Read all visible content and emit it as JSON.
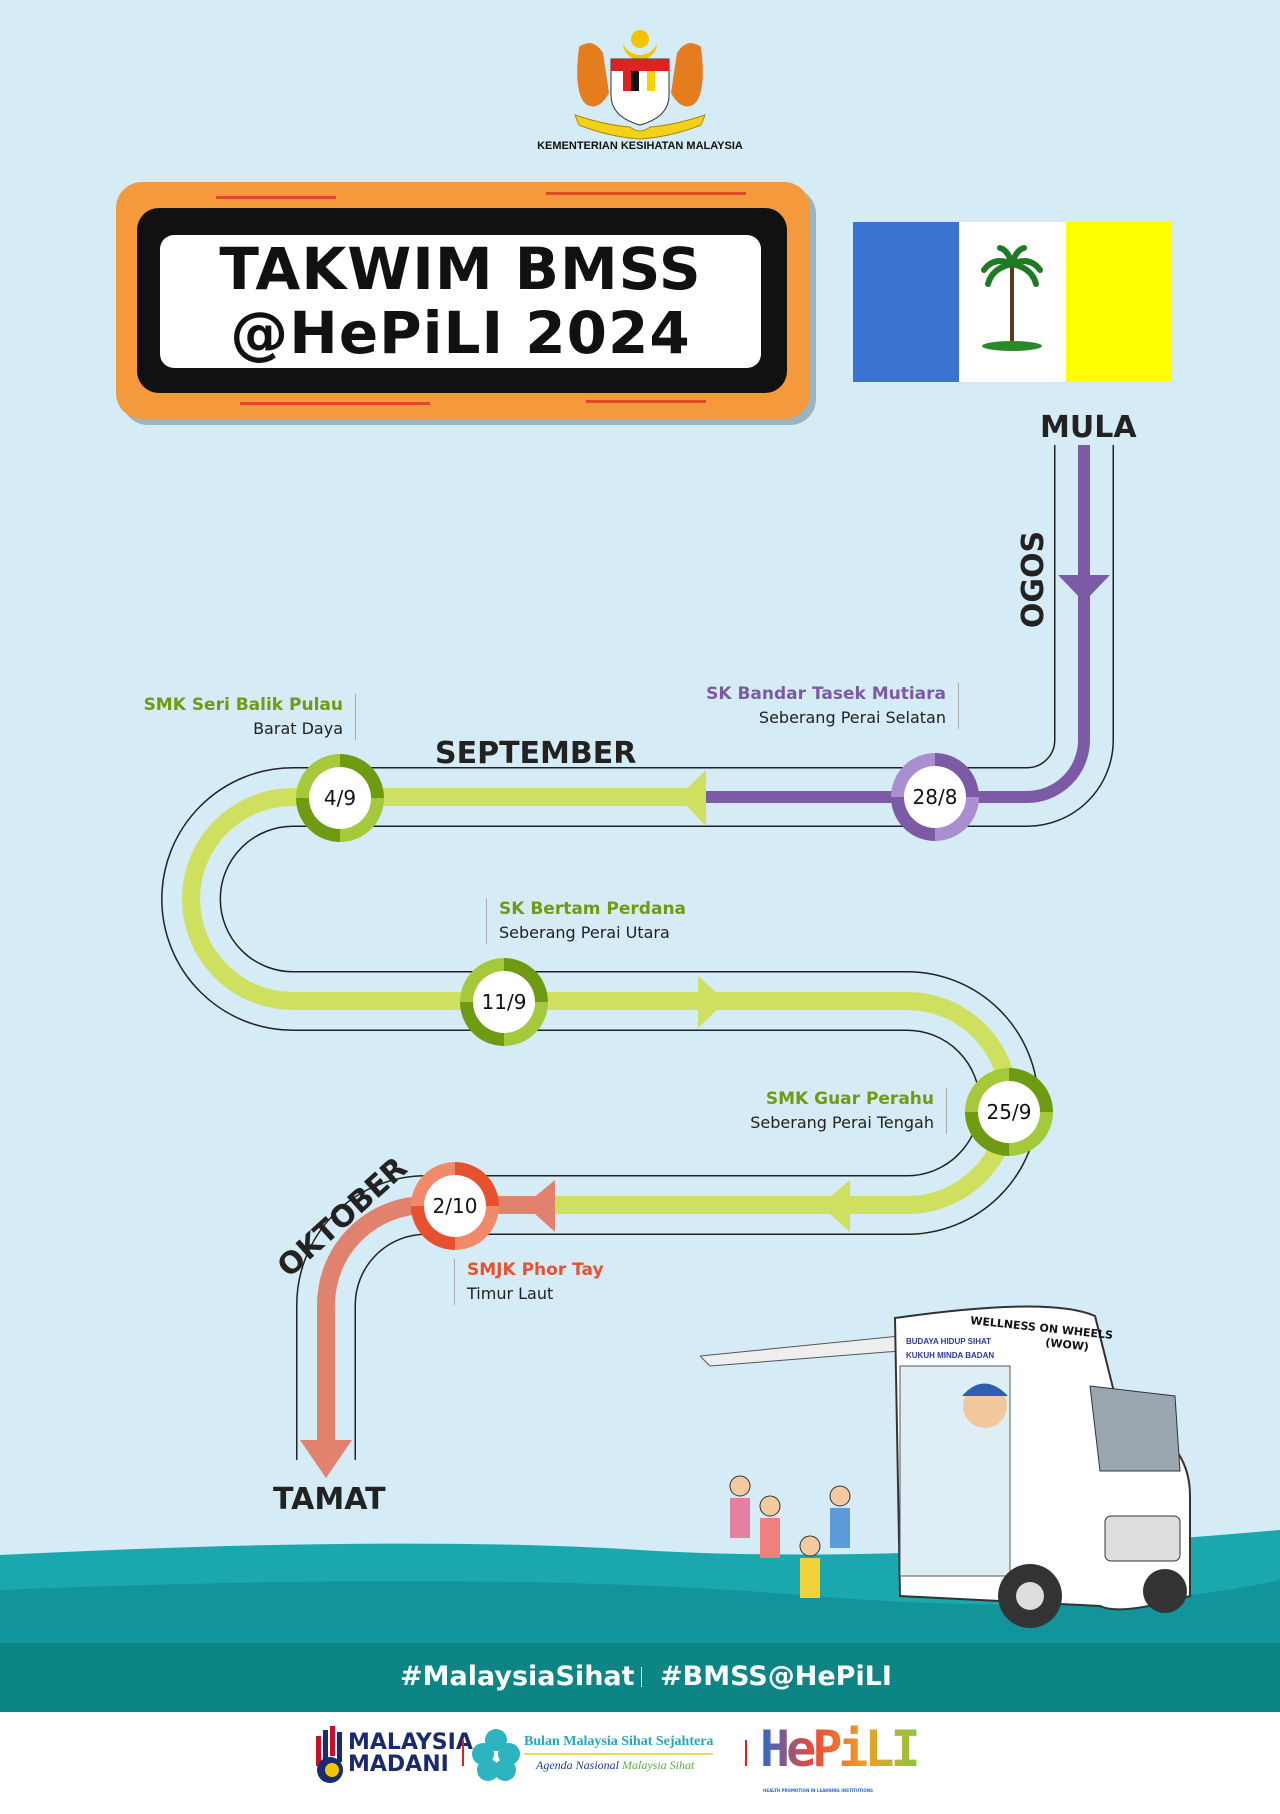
{
  "header": {
    "ministry": "KEMENTERIAN KESIHATAN MALAYSIA",
    "title_line1": "TAKWIM BMSS",
    "title_line2": "@HePiLI 2024"
  },
  "flag": {
    "colors": [
      "#3a73d1",
      "#ffffff",
      "#ffff00"
    ]
  },
  "route": {
    "start": "MULA",
    "end": "TAMAT",
    "months": {
      "aug": "OGOS",
      "sep": "SEPTEMBER",
      "oct": "OKTOBER"
    },
    "stops": [
      {
        "date": "28/8",
        "school": "SK Bandar Tasek Mutiara",
        "district": "Seberang Perai Selatan",
        "color": "#7d5aa6"
      },
      {
        "date": "4/9",
        "school": "SMK Seri Balik Pulau",
        "district": "Barat Daya",
        "color": "#6f9b12"
      },
      {
        "date": "11/9",
        "school": "SK Bertam Perdana",
        "district": "Seberang Perai Utara",
        "color": "#6f9b12"
      },
      {
        "date": "25/9",
        "school": "SMK Guar Perahu",
        "district": "Seberang Perai Tengah",
        "color": "#6f9b12"
      },
      {
        "date": "2/10",
        "school": "SMJK Phor Tay",
        "district": "Timur Laut",
        "color": "#e8512f"
      }
    ]
  },
  "truck": {
    "title": "WELLNESS ON WHEELS",
    "abbr": "(WOW)",
    "slogan1": "BUDAYA HIDUP SIHAT",
    "slogan2": "KUKUH MINDA BADAN"
  },
  "hashtags": [
    "#MalaysiaSihat",
    "#BMSS@HePiLI"
  ],
  "footer": {
    "madani1": "MALAYSIA",
    "madani2": "MADANI",
    "bmss1": "Bulan Malaysia Sihat Sejahtera",
    "bmss2a": "Agenda Nasional",
    "bmss2b": "Malaysia Sihat",
    "hepili": "HePiLI",
    "hepili_sub": "HEALTH PROMOTION IN LEARNING INSTITUTIONS"
  }
}
